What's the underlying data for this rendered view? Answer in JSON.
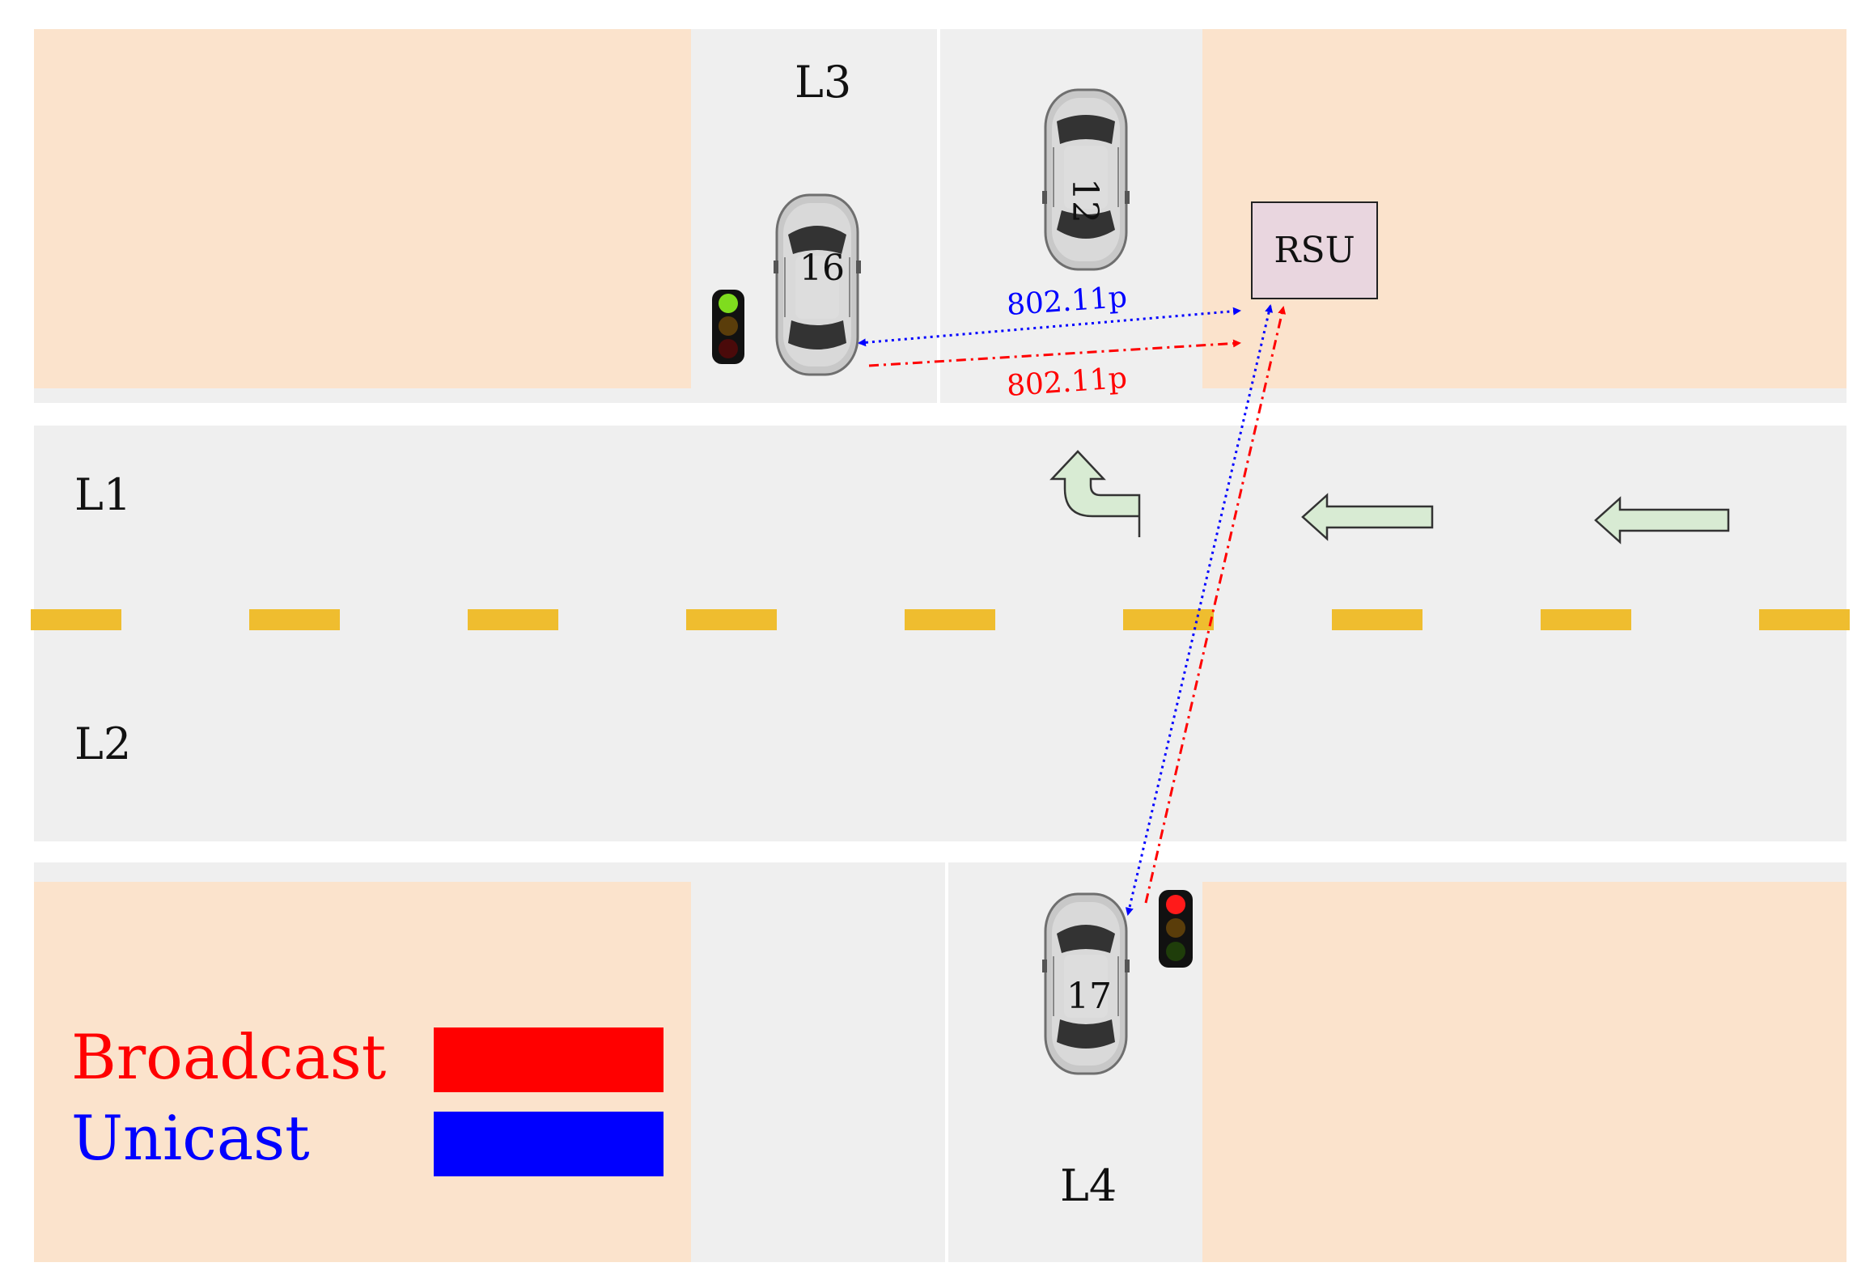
{
  "lanes": {
    "l1": "L1",
    "l2": "L2",
    "l3": "L3",
    "l4": "L4"
  },
  "rsu": {
    "label": "RSU"
  },
  "cars": {
    "car_16": "16",
    "car_12": "12",
    "car_17": "17"
  },
  "links": {
    "unicast_protocol": "802.11p",
    "broadcast_protocol": "802.11p"
  },
  "legend": {
    "broadcast_label": "Broadcast",
    "unicast_label": "Unicast",
    "broadcast_color": "#ff0000",
    "unicast_color": "#0000ff"
  },
  "colors": {
    "block": "#fbe3cc",
    "road": "#efefef",
    "center_line": "#efbd2f",
    "arrow_fill": "#d8ebd3"
  },
  "icons": [
    "car-icon",
    "traffic-light-icon",
    "turn-left-arrow-icon",
    "left-arrow-icon"
  ]
}
